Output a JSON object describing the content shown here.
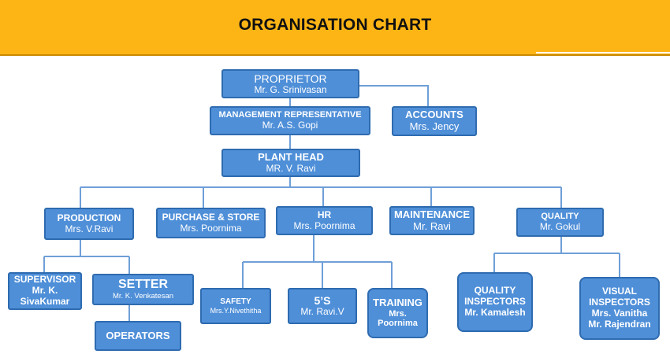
{
  "header": {
    "title": "ORGANISATION CHART"
  },
  "nodes": {
    "proprietor": {
      "title": "PROPRIETOR",
      "name": "Mr. G. Srinivasan"
    },
    "management_representative": {
      "title": "MANAGEMENT REPRESENTATIVE",
      "name": "Mr. A.S. Gopi"
    },
    "accounts": {
      "title": "ACCOUNTS",
      "name": "Mrs. Jency"
    },
    "plant_head": {
      "title": "PLANT HEAD",
      "name": "MR. V. Ravi"
    },
    "production": {
      "title": "PRODUCTION",
      "name": "Mrs. V.Ravi"
    },
    "purchase_store": {
      "title": "PURCHASE & STORE",
      "name": "Mrs. Poornima"
    },
    "hr": {
      "title": "HR",
      "name": "Mrs. Poornima"
    },
    "maintenance": {
      "title": "MAINTENANCE",
      "name": "Mr. Ravi"
    },
    "quality": {
      "title": "QUALITY",
      "name": "Mr. Gokul"
    },
    "supervisor": {
      "title": "SUPERVISOR",
      "name_line1": "Mr. K.",
      "name_line2": "SivaKumar"
    },
    "setter": {
      "title": "SETTER",
      "name": "Mr. K. Venkatesan"
    },
    "operators": {
      "title": "OPERATORS"
    },
    "safety": {
      "title": "SAFETY",
      "name": "Mrs.Y.Nivethitha"
    },
    "five_s": {
      "title": "5’S",
      "name": "Mr. Ravi.V"
    },
    "training": {
      "title": "TRAINING",
      "name_line1": "Mrs.",
      "name_line2": "Poornima"
    },
    "quality_inspectors": {
      "title_line1": "QUALITY",
      "title_line2": "INSPECTORS",
      "name": "Mr. Kamalesh"
    },
    "visual_inspectors": {
      "title_line1": "VISUAL",
      "title_line2": "INSPECTORS",
      "name_line1": "Mrs. Vanitha",
      "name_line2": "Mr. Rajendran"
    }
  },
  "colors": {
    "header_bg": "#fdb515",
    "box_fill": "#4f8fd8",
    "box_border": "#2e6bb0",
    "connector": "#6f9fd8",
    "text_on_box": "#ffffff"
  }
}
